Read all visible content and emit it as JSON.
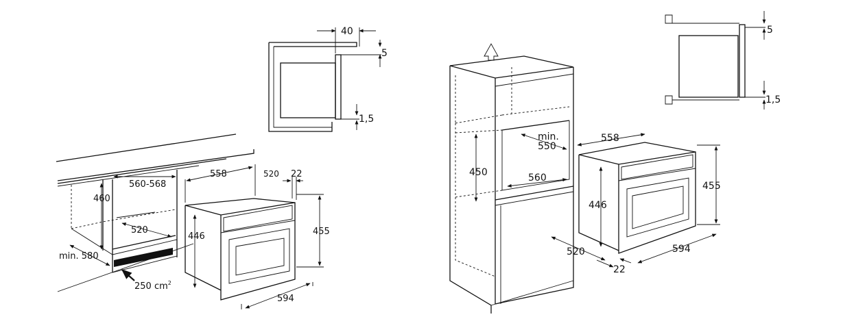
{
  "diagram": {
    "left_installation": {
      "section_detail": {
        "gap_top": "40",
        "gap_side": "5",
        "gap_bottom": "1,5"
      },
      "cabinet": {
        "height_opening": "460",
        "width_opening": "560-568",
        "depth_opening": "520",
        "min_depth": "min. 580",
        "vent_area": "250 cm",
        "vent_area_superscript": "2"
      },
      "oven": {
        "depth_body": "558",
        "depth_front": "520",
        "panel_thickness": "22",
        "body_height": "446",
        "front_height": "455",
        "front_width": "594"
      }
    },
    "right_installation": {
      "section_detail": {
        "gap_top": "5",
        "gap_bottom": "1,5"
      },
      "cabinet": {
        "height_opening": "450",
        "width_opening": "560",
        "min_depth": "min.",
        "min_depth_value": "550"
      },
      "oven": {
        "depth_body": "558",
        "body_height": "446",
        "front_height": "455",
        "depth_front": "520",
        "panel_thickness": "22",
        "front_width": "594"
      }
    }
  }
}
